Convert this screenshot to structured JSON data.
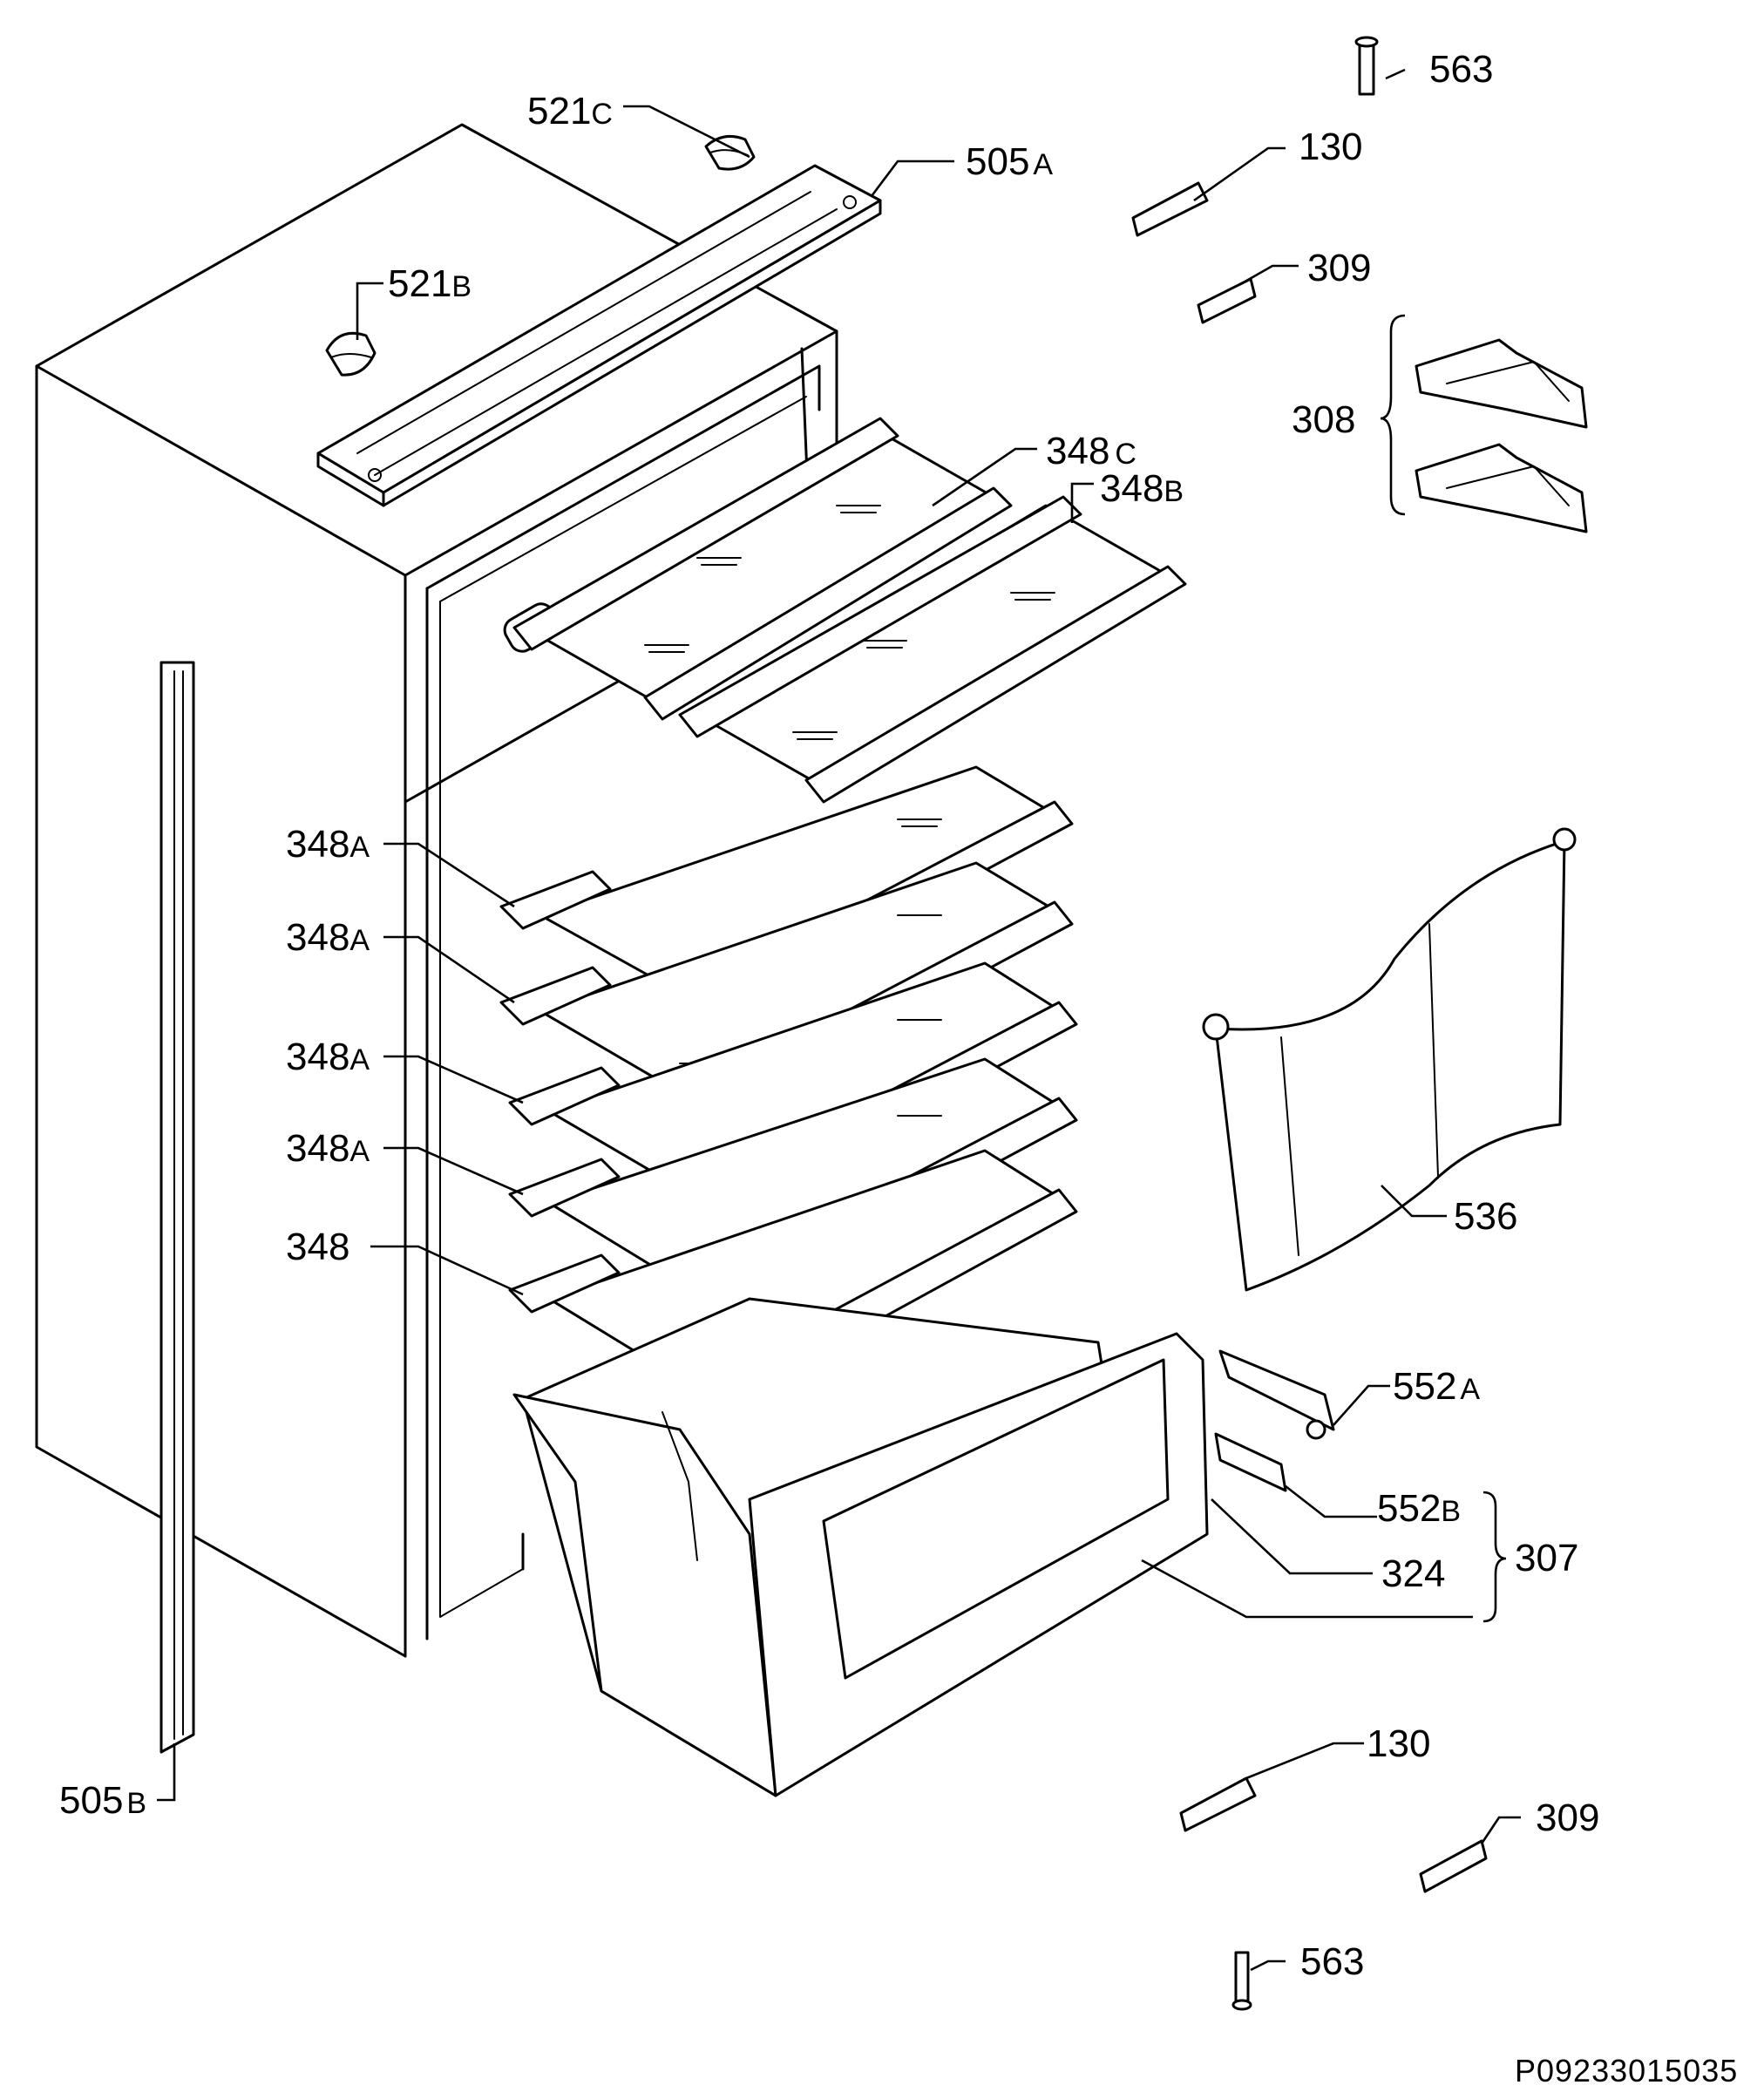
{
  "labels": {
    "p563_top": {
      "num": "563",
      "suffix": ""
    },
    "p521c": {
      "num": "521",
      "suffix": "C"
    },
    "p505a": {
      "num": "505",
      "suffix": "A"
    },
    "p130_top": {
      "num": "130",
      "suffix": ""
    },
    "p309_top": {
      "num": "309",
      "suffix": ""
    },
    "p521b": {
      "num": "521",
      "suffix": "B"
    },
    "p308": {
      "num": "308",
      "suffix": ""
    },
    "p348c": {
      "num": "348",
      "suffix": "C"
    },
    "p348b": {
      "num": "348",
      "suffix": "B"
    },
    "p348a_1": {
      "num": "348",
      "suffix": "A"
    },
    "p348a_2": {
      "num": "348",
      "suffix": "A"
    },
    "p348a_3": {
      "num": "348",
      "suffix": "A"
    },
    "p348a_4": {
      "num": "348",
      "suffix": "A"
    },
    "p348": {
      "num": "348",
      "suffix": ""
    },
    "p536": {
      "num": "536",
      "suffix": ""
    },
    "p552a": {
      "num": "552",
      "suffix": "A"
    },
    "p552b": {
      "num": "552",
      "suffix": "B"
    },
    "p324": {
      "num": "324",
      "suffix": ""
    },
    "p307": {
      "num": "307",
      "suffix": ""
    },
    "p505b": {
      "num": "505",
      "suffix": "B"
    },
    "p130_bottom": {
      "num": "130",
      "suffix": ""
    },
    "p309_bottom": {
      "num": "309",
      "suffix": ""
    },
    "p563_bottom": {
      "num": "563",
      "suffix": ""
    }
  },
  "document_code": "P09233015035",
  "colors": {
    "line": "#000000",
    "background": "#ffffff"
  }
}
